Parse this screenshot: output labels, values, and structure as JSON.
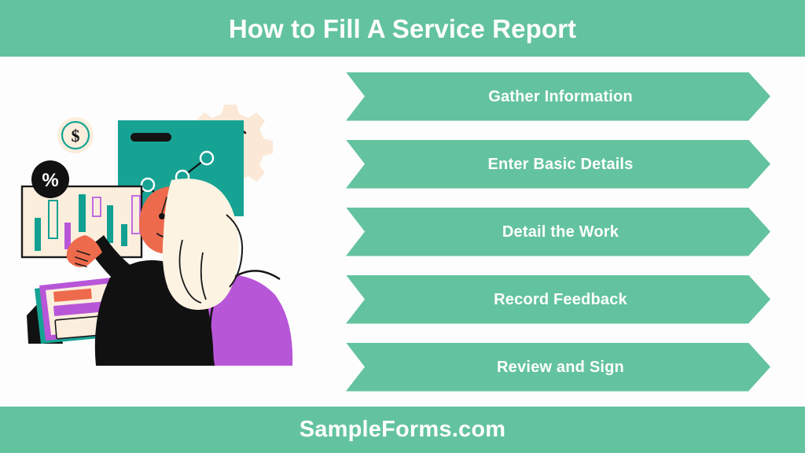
{
  "header": {
    "title": "How to Fill A Service Report",
    "band_color": "#63c39e",
    "title_color": "#ffffff"
  },
  "steps": {
    "banner_color": "#63c39e",
    "label_color": "#ffffff",
    "items": [
      {
        "label": "Gather Information"
      },
      {
        "label": "Enter Basic Details"
      },
      {
        "label": "Detail the Work"
      },
      {
        "label": "Record Feedback"
      },
      {
        "label": "Review and Sign"
      }
    ]
  },
  "illustration": {
    "name": "woman-analyzing-charts-illustration",
    "alt": "Blonde woman in black top seated in purple chair pointing at a cream bar-chart board, with a teal line-chart screen, a dollar coin, a percent badge, a gear, and a tablet",
    "colors": {
      "teal": "#16a394",
      "cream": "#fbeedd",
      "purple": "#b856d8",
      "orange": "#ee6a4c",
      "black": "#111111",
      "gear_cream": "#fbe8d6",
      "hair": "#fdf3e3",
      "white": "#ffffff"
    },
    "elements": [
      {
        "name": "dollar-coin-icon",
        "symbol": "$"
      },
      {
        "name": "percent-badge-icon",
        "symbol": "%"
      },
      {
        "name": "gear-icon"
      },
      {
        "name": "line-chart-screen"
      },
      {
        "name": "bar-chart-board"
      },
      {
        "name": "tablet-device"
      },
      {
        "name": "person-figure"
      },
      {
        "name": "chair"
      }
    ]
  },
  "footer": {
    "text": "SampleForms.com",
    "band_color": "#63c39e",
    "text_color": "#ffffff"
  }
}
